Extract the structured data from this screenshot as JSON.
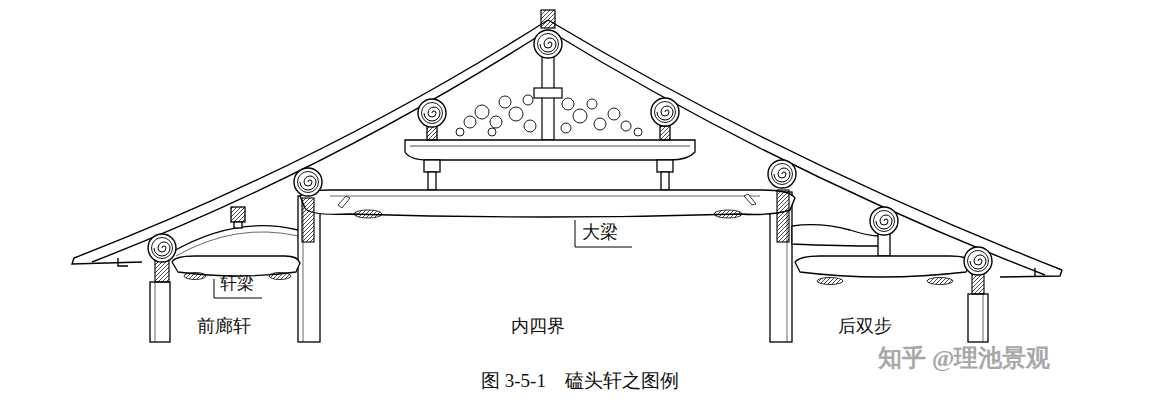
{
  "diagram": {
    "caption": "图 3-5-1　磕头轩之图例",
    "labels": [
      "大梁",
      "轩梁",
      "前廊轩",
      "内四界",
      "后双步",
      "知乎 @理池景观"
    ]
  }
}
